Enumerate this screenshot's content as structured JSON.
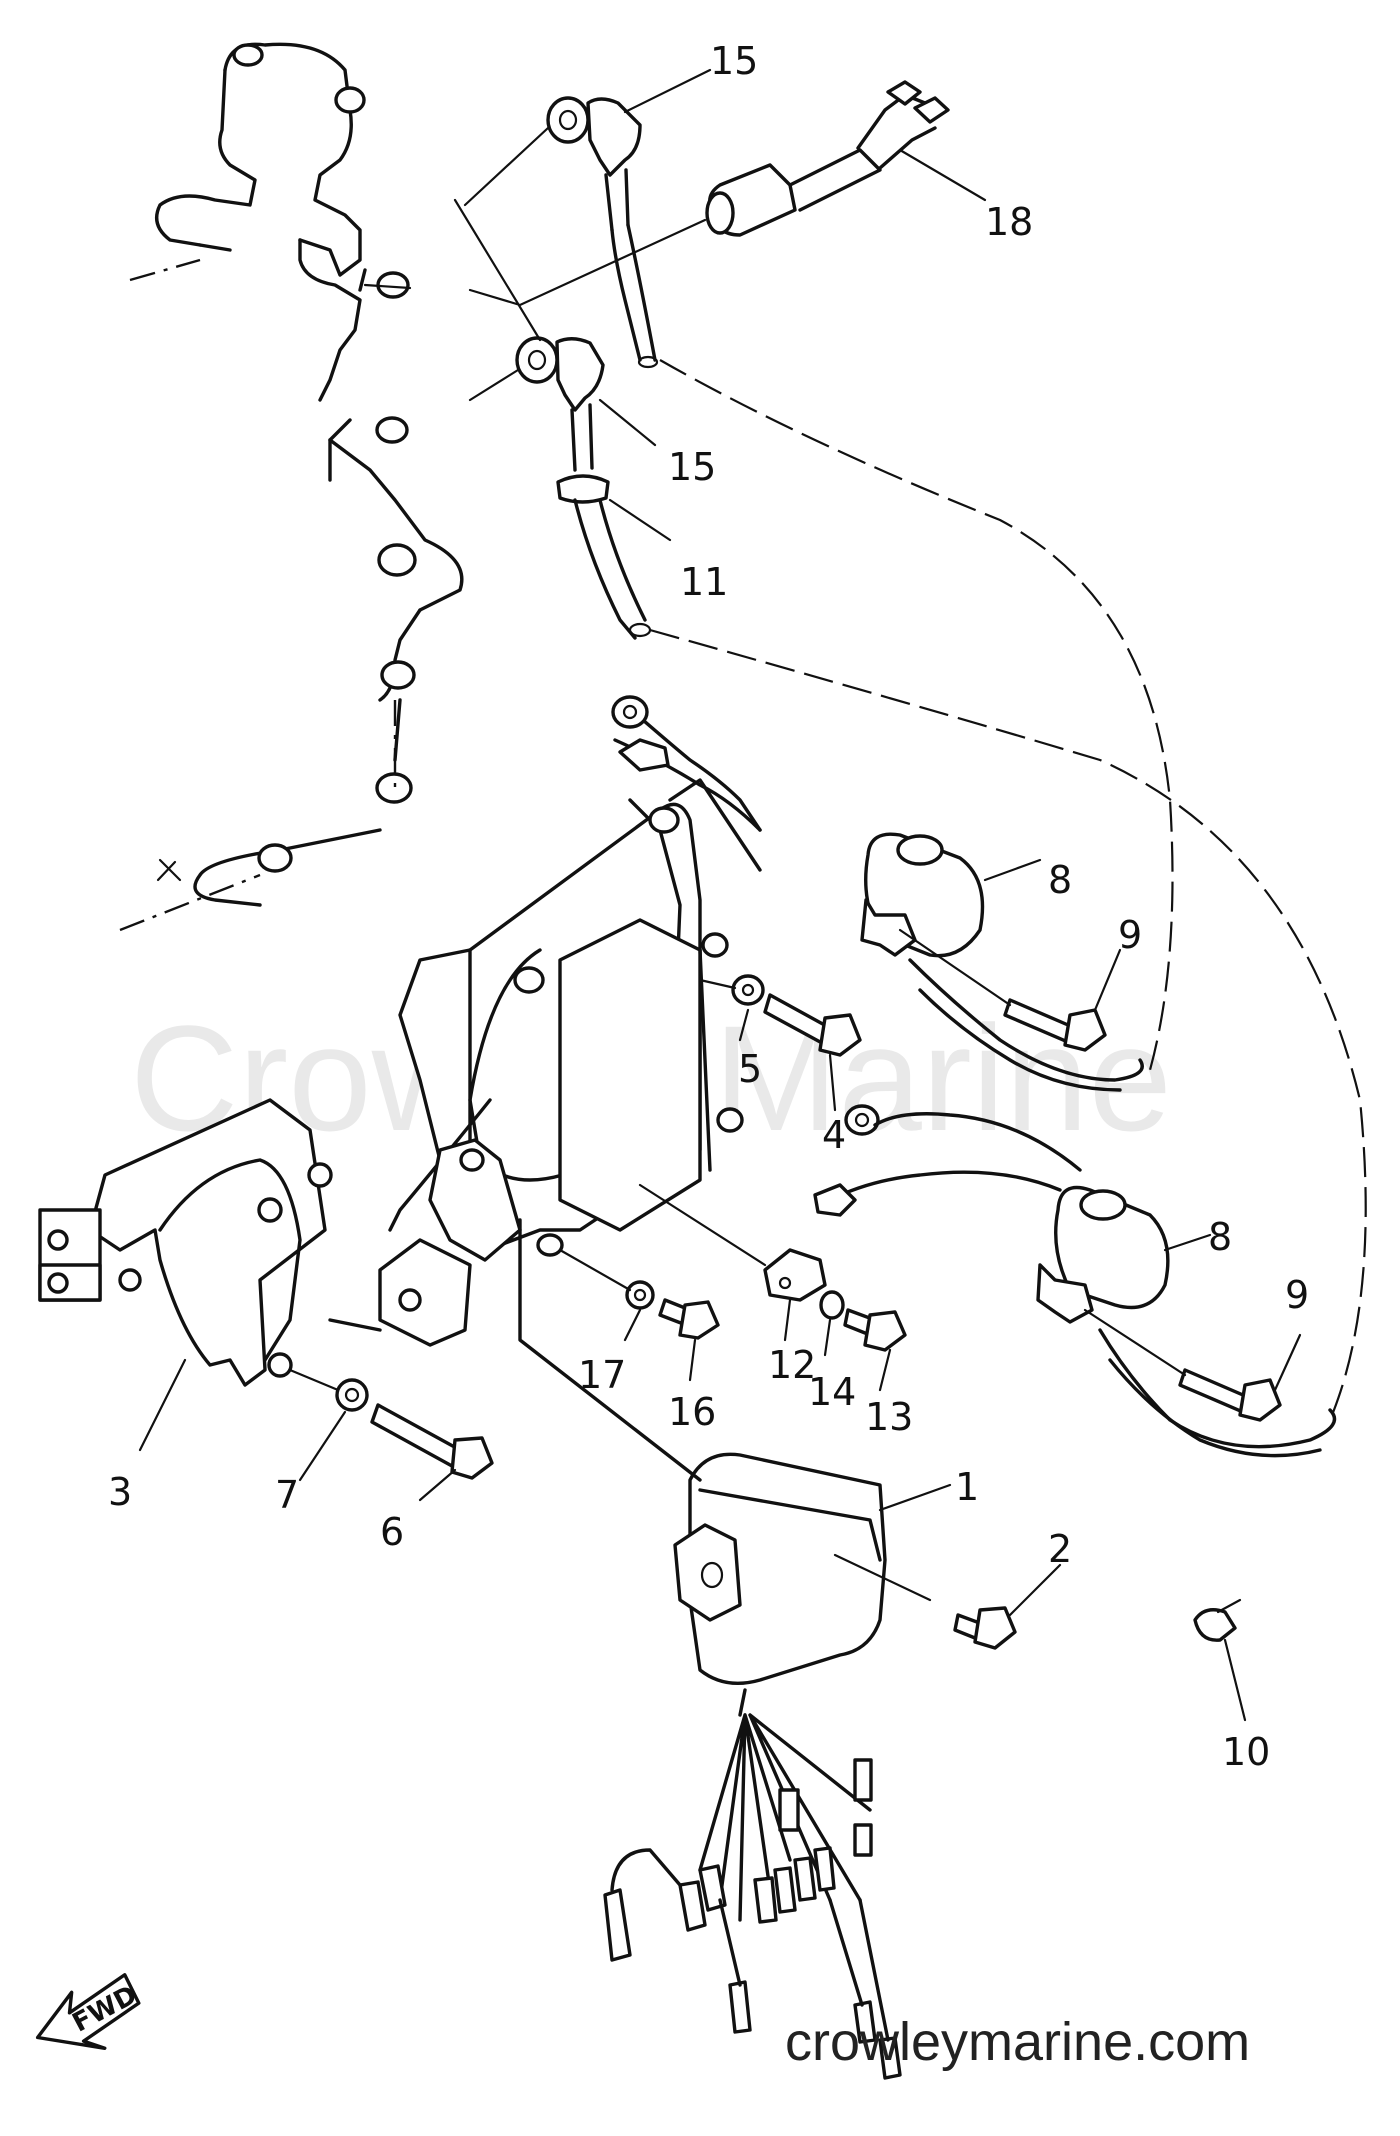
{
  "watermark": "Crowley Marine",
  "site": "crowleymarine.com",
  "fwd_label": "FWD",
  "callouts": [
    {
      "id": "c15a",
      "text": "15"
    },
    {
      "id": "c18",
      "text": "18"
    },
    {
      "id": "c15b",
      "text": "15"
    },
    {
      "id": "c11",
      "text": "11"
    },
    {
      "id": "c8a",
      "text": "8"
    },
    {
      "id": "c9a",
      "text": "9"
    },
    {
      "id": "c5",
      "text": "5"
    },
    {
      "id": "c4",
      "text": "4"
    },
    {
      "id": "c8b",
      "text": "8"
    },
    {
      "id": "c9b",
      "text": "9"
    },
    {
      "id": "c12",
      "text": "12"
    },
    {
      "id": "c14",
      "text": "14"
    },
    {
      "id": "c13",
      "text": "13"
    },
    {
      "id": "c17",
      "text": "17"
    },
    {
      "id": "c16",
      "text": "16"
    },
    {
      "id": "c3",
      "text": "3"
    },
    {
      "id": "c7",
      "text": "7"
    },
    {
      "id": "c6",
      "text": "6"
    },
    {
      "id": "c1",
      "text": "1"
    },
    {
      "id": "c2",
      "text": "2"
    },
    {
      "id": "c10",
      "text": "10"
    }
  ]
}
